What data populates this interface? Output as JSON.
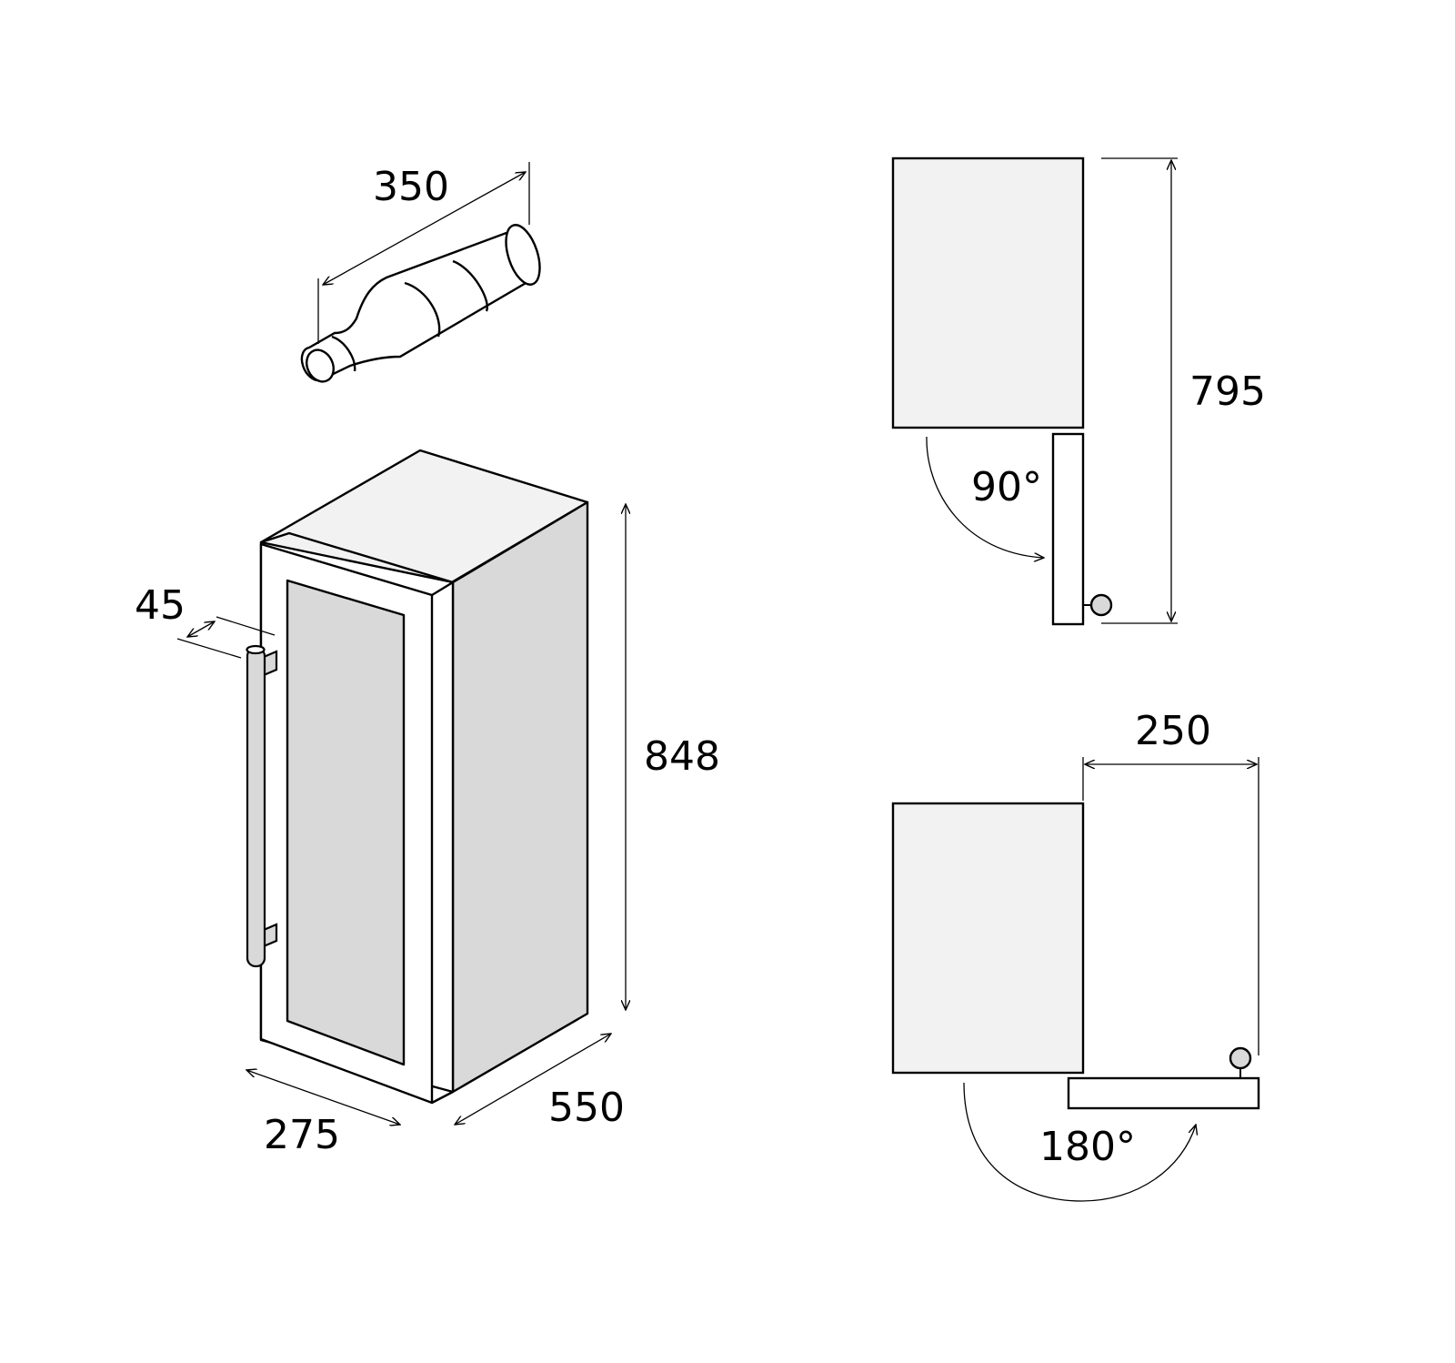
{
  "colors": {
    "stroke": "#000000",
    "light_fill": "#f2f2f2",
    "mid_fill": "#d9d9d9",
    "background": "#ffffff"
  },
  "dimensions": {
    "bottle_length": "350",
    "cabinet_height": "848",
    "handle_depth": "45",
    "cabinet_width": "275",
    "cabinet_depth": "550",
    "door_open_90_depth": "795",
    "angle_90": "90°",
    "door_open_180_extra": "250",
    "angle_180": "180°"
  }
}
